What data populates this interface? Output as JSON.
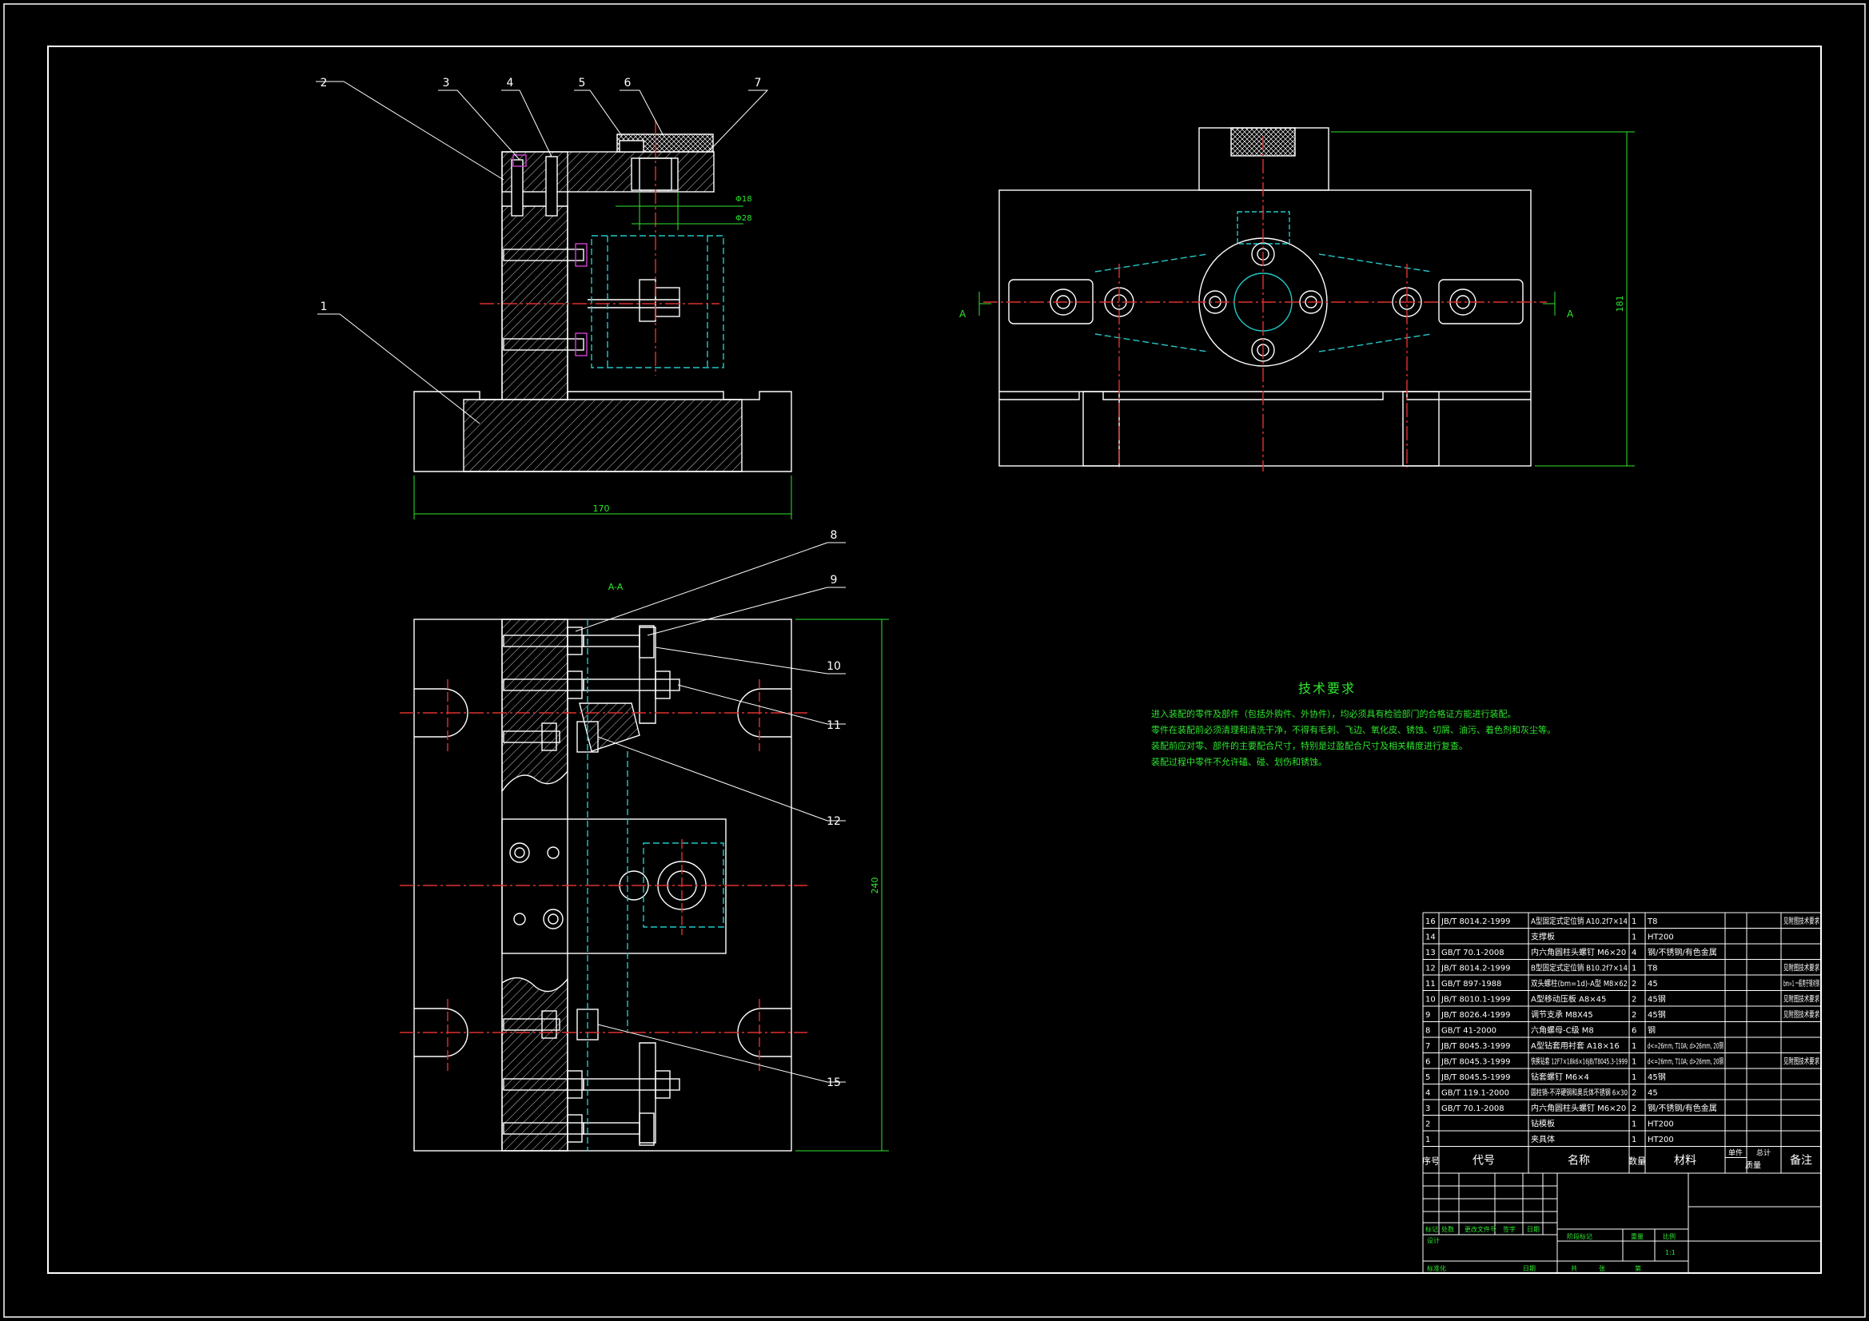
{
  "balloons": {
    "b1": "1",
    "b2": "2",
    "b3": "3",
    "b4": "4",
    "b5": "5",
    "b6": "6",
    "b7": "7",
    "b8": "8",
    "b9": "9",
    "b10": "10",
    "b11": "11",
    "b12": "12",
    "b15": "15"
  },
  "dimensions": {
    "front_width": "170",
    "side_height": "181",
    "section_height": "240",
    "dia_top": "Φ18",
    "dia_bottom": "Φ28"
  },
  "section_labels": {
    "section_title": "A-A",
    "arrow_left": "A",
    "arrow_right": "A"
  },
  "tech_requirements": {
    "title": "技术要求",
    "lines": [
      "进入装配的零件及部件（包括外购件、外协件），均必须具有检验部门的合格证方能进行装配。",
      "零件在装配前必须清理和清洗干净，不得有毛刺、飞边、氧化皮、锈蚀、切屑、油污、着色剂和灰尘等。",
      "装配前应对零、部件的主要配合尺寸，特别是过盈配合尺寸及相关精度进行复查。",
      "装配过程中零件不允许磕、碰、划伤和锈蚀。"
    ]
  },
  "bom": {
    "header": {
      "no": "序号",
      "code": "代号",
      "name": "名称",
      "qty": "数量",
      "material": "材料",
      "unit": "单件",
      "total": "总计",
      "weight": "质量",
      "remark": "备注"
    },
    "rows": [
      {
        "no": "16",
        "code": "JB/T 8014.2-1999",
        "name": "A型固定式定位销 A10.2f7×14",
        "qty": "1",
        "material": "T8",
        "remark": "见附图技术要求"
      },
      {
        "no": "14",
        "code": "",
        "name": "支撑板",
        "qty": "1",
        "material": "HT200",
        "remark": ""
      },
      {
        "no": "13",
        "code": "GB/T 70.1-2008",
        "name": "内六角圆柱头螺钉 M6×20",
        "qty": "4",
        "material": "钢/不锈钢/有色金属",
        "remark": ""
      },
      {
        "no": "12",
        "code": "JB/T 8014.2-1999",
        "name": "B型固定式定位销 B10.2f7×14",
        "qty": "1",
        "material": "T8",
        "remark": "见附图技术要求"
      },
      {
        "no": "11",
        "code": "GB/T 897-1988",
        "name": "双头螺柱(bm=1d)-A型 M8×62",
        "qty": "2",
        "material": "45",
        "remark": "bm=1 一般用于钢对钢"
      },
      {
        "no": "10",
        "code": "JB/T 8010.1-1999",
        "name": "A型移动压板 A8×45",
        "qty": "2",
        "material": "45钢",
        "remark": "见附图技术要求"
      },
      {
        "no": "9",
        "code": "JB/T 8026.4-1999",
        "name": "调节支承 M8X45",
        "qty": "2",
        "material": "45钢",
        "remark": "见附图技术要求"
      },
      {
        "no": "8",
        "code": "GB/T 41-2000",
        "name": "六角螺母-C级 M8",
        "qty": "6",
        "material": "钢",
        "remark": ""
      },
      {
        "no": "7",
        "code": "JB/T 8045.3-1999",
        "name": "A型钻套用衬套 A18×16",
        "qty": "1",
        "material": "d<=26mm, T10A; d>26mm, 20钢",
        "remark": ""
      },
      {
        "no": "6",
        "code": "JB/T 8045.3-1999",
        "name": "快换钻套 12F7×18k6×16JB/T8045.3-1999",
        "qty": "1",
        "material": "d<=26mm, T10A; d>26mm, 20钢",
        "remark": "见附图技术要求"
      },
      {
        "no": "5",
        "code": "JB/T 8045.5-1999",
        "name": "钻套螺钉 M6×4",
        "qty": "1",
        "material": "45钢",
        "remark": ""
      },
      {
        "no": "4",
        "code": "GB/T 119.1-2000",
        "name": "圆柱销-不淬硬钢和奥氏体不锈钢 6×30",
        "qty": "2",
        "material": "45",
        "remark": ""
      },
      {
        "no": "3",
        "code": "GB/T 70.1-2008",
        "name": "内六角圆柱头螺钉 M6×20",
        "qty": "2",
        "material": "钢/不锈钢/有色金属",
        "remark": ""
      },
      {
        "no": "2",
        "code": "",
        "name": "钻模板",
        "qty": "1",
        "material": "HT200",
        "remark": ""
      },
      {
        "no": "1",
        "code": "",
        "name": "夹具体",
        "qty": "1",
        "material": "HT200",
        "remark": ""
      }
    ]
  },
  "title_block": {
    "mark": "标记",
    "count": "处数",
    "zone": "更改文件号",
    "sign": "签字",
    "date": "日期",
    "design": "设计",
    "standard": "标准化",
    "stage": "阶段标记",
    "weight": "重量",
    "scale": "比例",
    "scale_value": "1:1",
    "sheet_total": "共",
    "sheet_of": "张",
    "sheet_no": "第",
    "date2": "日期"
  },
  "colors": {
    "white": "#ffffff",
    "green": "#2ee62e",
    "red": "#e03030",
    "cyan": "#22c8c8",
    "magenta": "#d040d0",
    "yellow": "#e8e830"
  }
}
